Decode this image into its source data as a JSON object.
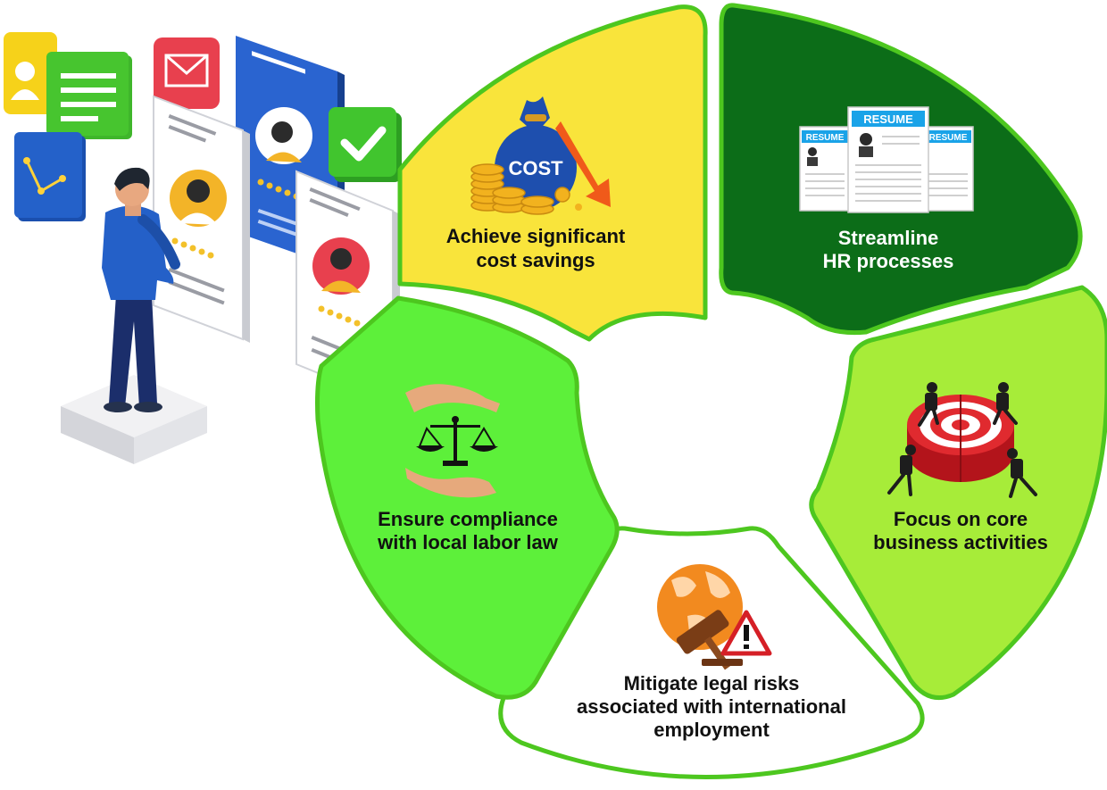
{
  "colors": {
    "yellow_segment": "#f9e43b",
    "dark_green_segment": "#0c6d18",
    "lime_segment": "#a7ec39",
    "white_segment": "#ffffff",
    "bright_green_segment": "#5df03a",
    "outline_green": "#4dc71f",
    "text": "#111111",
    "text_light": "#ffffff"
  },
  "segments": [
    {
      "id": "cost",
      "lines": [
        "Achieve significant",
        "cost savings"
      ],
      "icon": "money-bag-cost-icon",
      "icon_text": "COST"
    },
    {
      "id": "hr",
      "lines": [
        "Streamline",
        "HR processes"
      ],
      "icon": "resume-documents-icon",
      "icon_text": "RESUME"
    },
    {
      "id": "focus",
      "lines": [
        "Focus on core",
        "business activities"
      ],
      "icon": "target-teamwork-icon"
    },
    {
      "id": "legal",
      "lines": [
        "Mitigate legal risks",
        "associated with international",
        "employment"
      ],
      "icon": "globe-gavel-warning-icon"
    },
    {
      "id": "compliance",
      "lines": [
        "Ensure compliance",
        "with local labor law"
      ],
      "icon": "hands-scales-icon"
    }
  ],
  "illustration": {
    "icon": "recruiter-reviewing-profiles-icon"
  }
}
